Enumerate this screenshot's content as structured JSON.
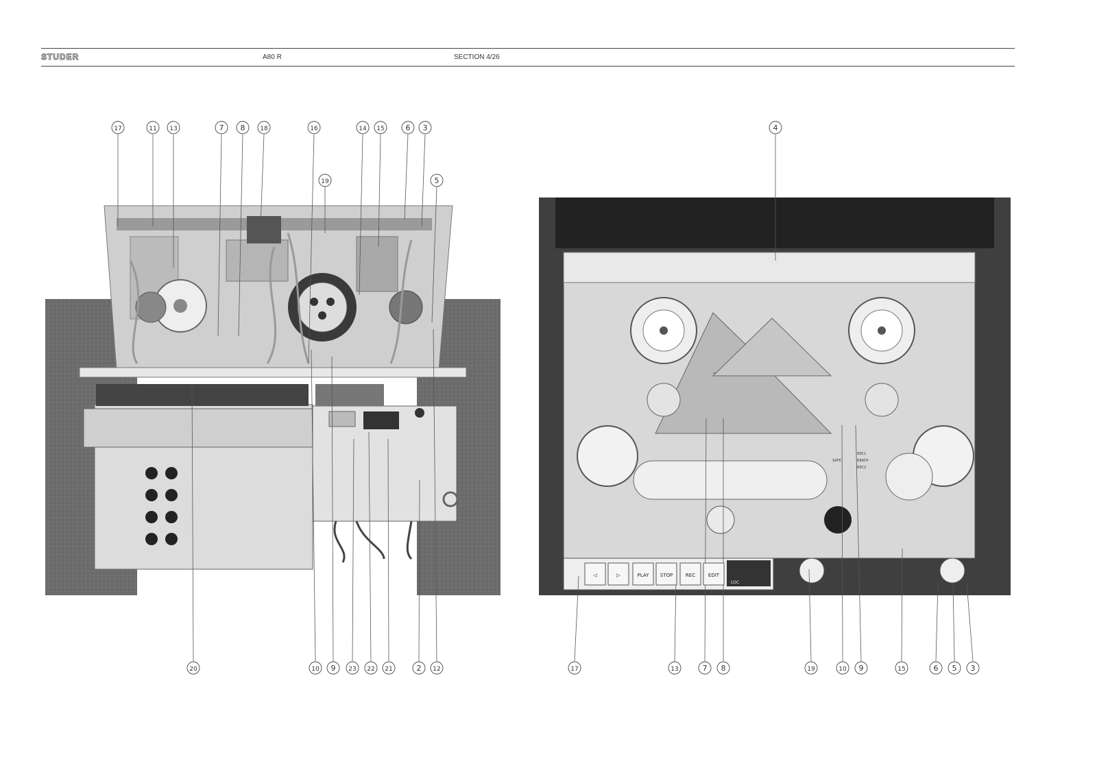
{
  "header": {
    "brand": "STUDER",
    "model": "A80 R",
    "section": "SECTION  4/26"
  },
  "left_figure": {
    "top_callouts": [
      "17",
      "11",
      "13",
      "7",
      "8",
      "18",
      "16",
      "14",
      "15",
      "6",
      "3"
    ],
    "mid_callouts": [
      "19",
      "5"
    ],
    "bottom_callouts": [
      "20",
      "10",
      "9",
      "23",
      "22",
      "21",
      "2",
      "12"
    ]
  },
  "right_figure": {
    "top_callouts": [
      "4"
    ],
    "bottom_callouts": [
      "17",
      "13",
      "7",
      "8",
      "19",
      "10",
      "9",
      "15",
      "6",
      "5",
      "3"
    ],
    "transport_buttons": [
      "◁",
      "▷",
      "PLAY",
      "STOP",
      "REC",
      "EDIT"
    ],
    "counter_label": "LOC",
    "indicator_labels": [
      "REC1",
      "SAFE",
      "READY",
      "REC2"
    ]
  }
}
